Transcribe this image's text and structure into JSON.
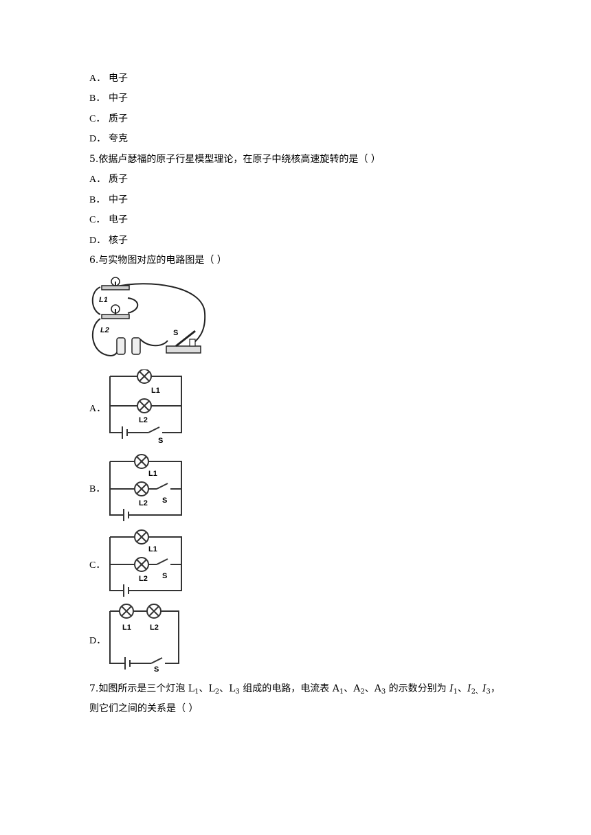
{
  "q4": {
    "options": [
      {
        "letter": "A．",
        "text": "电子"
      },
      {
        "letter": "B．",
        "text": "中子"
      },
      {
        "letter": "C．",
        "text": "质子"
      },
      {
        "letter": "D．",
        "text": "夸克"
      }
    ]
  },
  "q5": {
    "stem": "5.依据卢瑟福的原子行星模型理论，在原子中绕核高速旋转的是（  ）",
    "options": [
      {
        "letter": "A．",
        "text": "质子"
      },
      {
        "letter": "B．",
        "text": "中子"
      },
      {
        "letter": "C．",
        "text": "电子"
      },
      {
        "letter": "D．",
        "text": "核子"
      }
    ]
  },
  "q6": {
    "stem": "6.与实物图对应的电路图是（  ）",
    "photo_labels": {
      "l1": "L1",
      "l2": "L2",
      "s": "S"
    },
    "options": [
      {
        "letter": "A．",
        "l1": "L1",
        "l2": "L2",
        "s": "S"
      },
      {
        "letter": "B．",
        "l1": "L1",
        "l2": "L2",
        "s": "S"
      },
      {
        "letter": "C．",
        "l1": "L1",
        "l2": "L2",
        "s": "S"
      },
      {
        "letter": "D．",
        "l1": "L1",
        "l2": "L2",
        "s": "S"
      }
    ]
  },
  "q7": {
    "line1_a": "7.如图所示是三个灯泡 L",
    "l1_sub": "1",
    "sep1": "、L",
    "l2_sub": "2",
    "sep2": "、L",
    "l3_sub": "3",
    "line1_b": " 组成的电路，电流表 A",
    "a1_sub": "1",
    "sep3": "、A",
    "a2_sub": "2",
    "sep4": "、A",
    "a3_sub": "3",
    "line1_c": " 的示数分别为 ",
    "i1": "I",
    "i1_sub": "1",
    "sep5": "、",
    "i2": "I",
    "i2_sub": "2、",
    "i3": "I",
    "i3_sub": "3",
    "line1_end": "，",
    "line2": "则它们之间的关系是（  ）"
  }
}
